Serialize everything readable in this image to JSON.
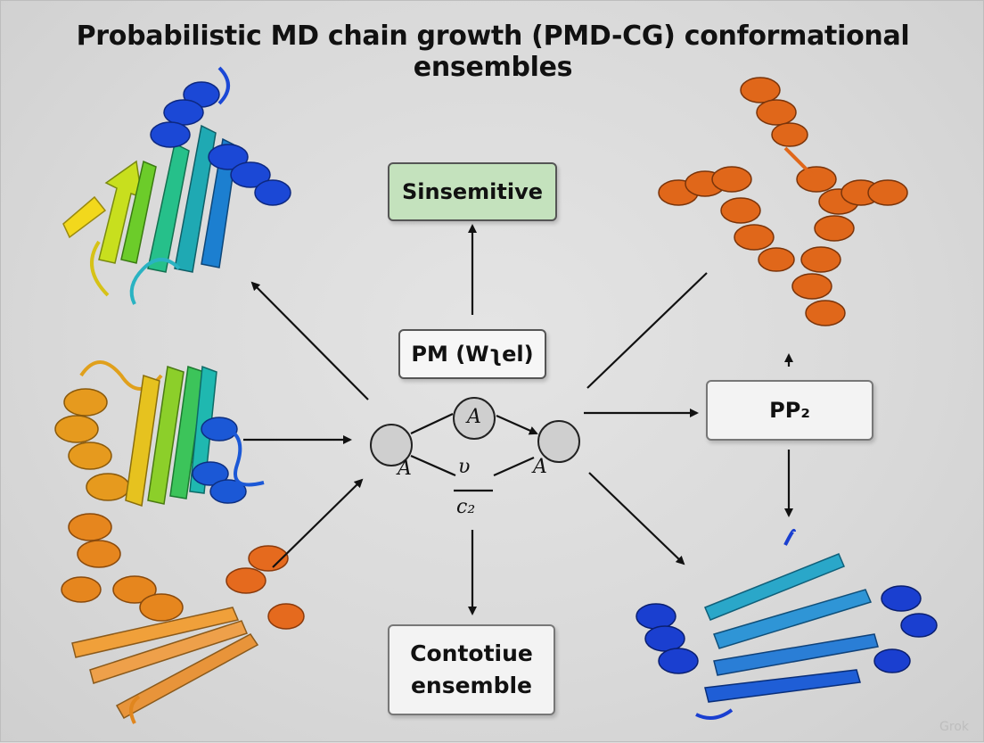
{
  "title": "Probabilistic MD chain growth (PMD-CG) conformational ensembles",
  "boxes": {
    "sinsemitive": "Sinsemitive",
    "pm": "PM (Wʅel)",
    "pp2": "PP₂",
    "contotiue_line1": "Contotiue",
    "contotiue_line2": "ensemble"
  },
  "nodes": {
    "center_label": "A",
    "left_label": "A",
    "right_label": "A",
    "mid_upper": "υ",
    "mid_lower": "ϲ₂"
  },
  "watermark": "Grok",
  "colors": {
    "sinsemitive_fill": "#c4e2bd",
    "node_fill": "#cfcfcf",
    "arrow": "#111111",
    "orange_protein": "#e0671a",
    "blue_protein": "#1a3fd0",
    "cyan_protein": "#2aa7c9"
  }
}
